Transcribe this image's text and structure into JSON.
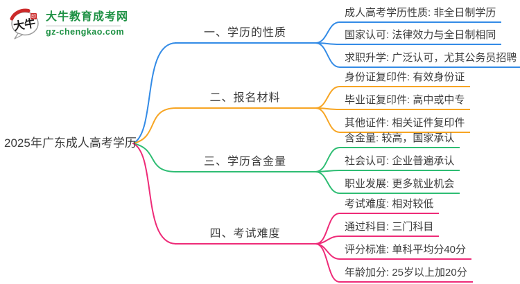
{
  "logo": {
    "icon_text": "大牛",
    "title": "大牛教育成考网",
    "url": "gz-chengkao.com",
    "green": "#1e9144",
    "seal_red": "#cc2a2a"
  },
  "mindmap": {
    "root": {
      "label": "2025年广东成人高考学历"
    },
    "branches": [
      {
        "label": "一、学历的性质",
        "color": "#338be6",
        "children": [
          {
            "text": "成人高考学历性质: 非全日制学历"
          },
          {
            "text": "国家认可: 法律效力与全日制相同"
          },
          {
            "text": "求职升学: 广泛认可，尤其公务员招聘"
          }
        ]
      },
      {
        "label": "二、报名材料",
        "color": "#f7a523",
        "children": [
          {
            "text": "身份证复印件: 有效身份证"
          },
          {
            "text": "毕业证复印件: 高中或中专"
          },
          {
            "text": "其他证件: 相关证件复印件"
          }
        ]
      },
      {
        "label": "三、学历含金量",
        "color": "#2ebd73",
        "children": [
          {
            "text": "含金量: 较高，国家承认"
          },
          {
            "text": "社会认可: 企业普遍承认"
          },
          {
            "text": "职业发展: 更多就业机会"
          }
        ]
      },
      {
        "label": "四、考试难度",
        "color": "#ee2b78",
        "children": [
          {
            "text": "考试难度: 相对较低"
          },
          {
            "text": "通过科目: 三门科目"
          },
          {
            "text": "评分标准: 单科平均分40分"
          },
          {
            "text": "年龄加分: 25岁以上加20分"
          }
        ]
      }
    ]
  }
}
